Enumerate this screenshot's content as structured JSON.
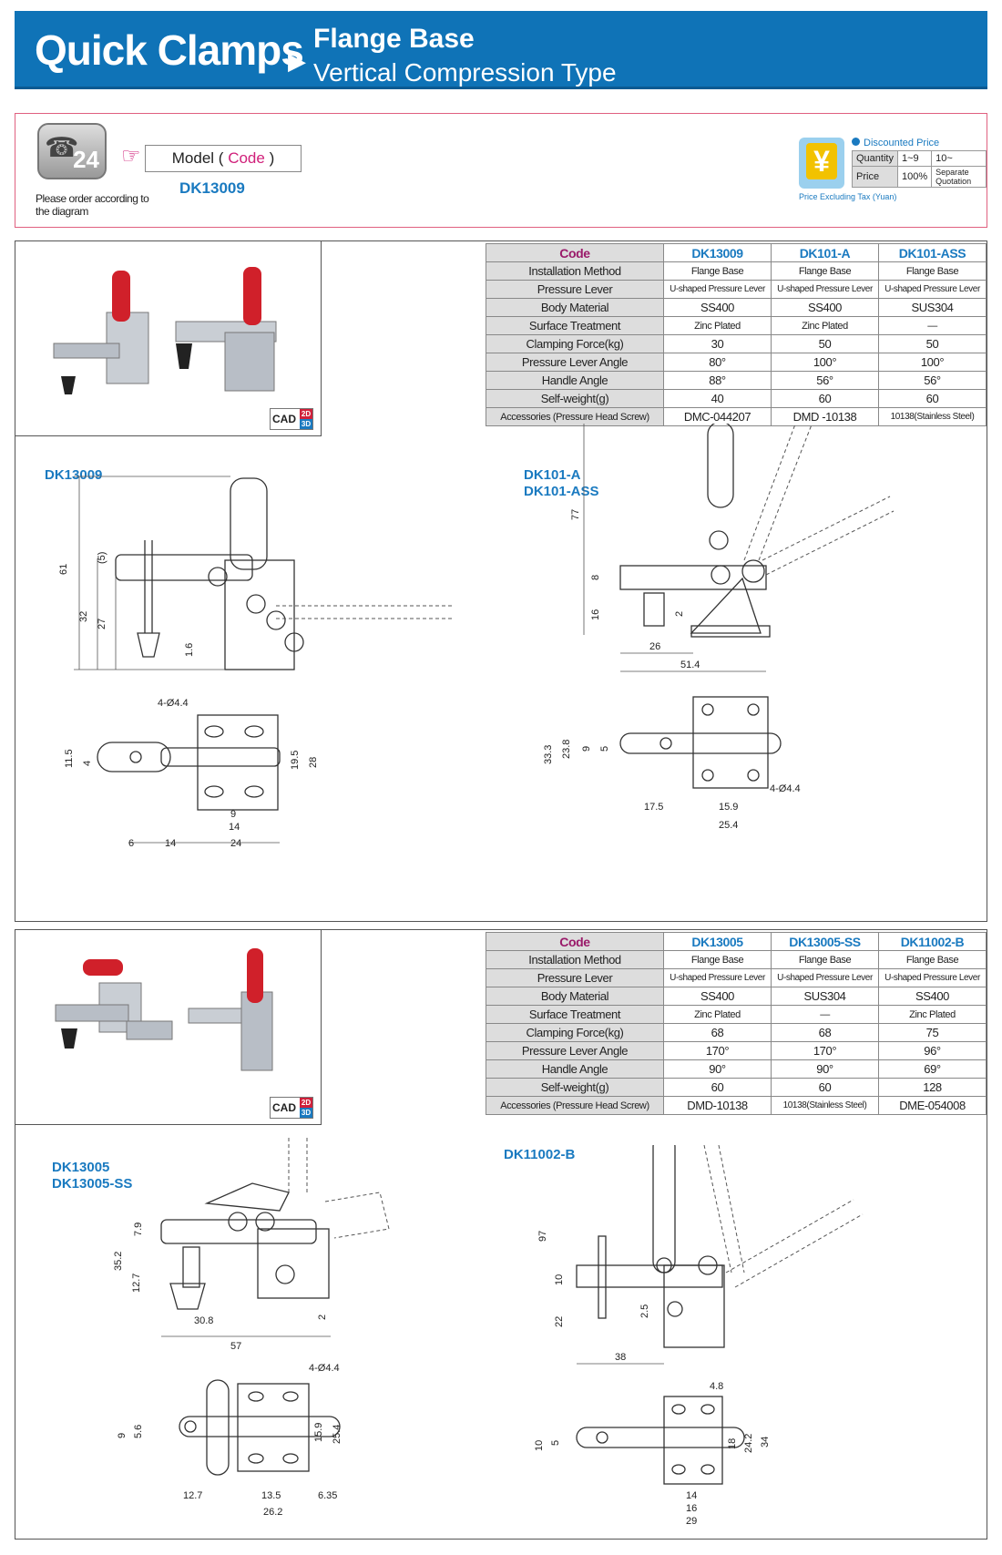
{
  "header": {
    "title": "Quick Clamps",
    "subtitle1": "Flange Base",
    "subtitle2": "Vertical Compression Type"
  },
  "order": {
    "phone_number": "24",
    "note": "Please order according to the diagram",
    "model_label": "Model (",
    "code_label": "Code",
    "close_paren": ")",
    "example_code": "DK13009",
    "discount_title": "Discounted Price",
    "quantity_label": "Quantity",
    "q1": "1~9",
    "q2": "10~",
    "price_label": "Price",
    "p1": "100%",
    "p2": "Separate Quotation",
    "price_note": "Price Excluding Tax (Yuan)",
    "currency": "¥"
  },
  "cad": {
    "label": "CAD",
    "d2": "2D",
    "d3": "3D"
  },
  "table1": {
    "header": [
      "Code",
      "DK13009",
      "DK101-A",
      "DK101-ASS"
    ],
    "rows": [
      [
        "Installation Method",
        "Flange Base",
        "Flange Base",
        "Flange Base"
      ],
      [
        "Pressure Lever",
        "U-shaped Pressure Lever",
        "U-shaped Pressure Lever",
        "U-shaped Pressure Lever"
      ],
      [
        "Body Material",
        "SS400",
        "SS400",
        "SUS304"
      ],
      [
        "Surface Treatment",
        "Zinc Plated",
        "Zinc Plated",
        "—"
      ],
      [
        "Clamping Force(kg)",
        "30",
        "50",
        "50"
      ],
      [
        "Pressure Lever Angle",
        "80°",
        "100°",
        "100°"
      ],
      [
        "Handle Angle",
        "88°",
        "56°",
        "56°"
      ],
      [
        "Self-weight(g)",
        "40",
        "60",
        "60"
      ],
      [
        "Accessories (Pressure Head Screw)",
        "DMC-044207",
        "DMD -10138",
        "10138(Stainless Steel)"
      ]
    ]
  },
  "table2": {
    "header": [
      "Code",
      "DK13005",
      "DK13005-SS",
      "DK11002-B"
    ],
    "rows": [
      [
        "Installation Method",
        "Flange Base",
        "Flange Base",
        "Flange Base"
      ],
      [
        "Pressure Lever",
        "U-shaped Pressure Lever",
        "U-shaped Pressure Lever",
        "U-shaped Pressure Lever"
      ],
      [
        "Body Material",
        "SS400",
        "SUS304",
        "SS400"
      ],
      [
        "Surface Treatment",
        "Zinc Plated",
        "—",
        "Zinc Plated"
      ],
      [
        "Clamping Force(kg)",
        "68",
        "68",
        "75"
      ],
      [
        "Pressure Lever Angle",
        "170°",
        "170°",
        "96°"
      ],
      [
        "Handle Angle",
        "90°",
        "90°",
        "69°"
      ],
      [
        "Self-weight(g)",
        "60",
        "60",
        "128"
      ],
      [
        "Accessories (Pressure Head Screw)",
        "DMD-10138",
        "10138(Stainless Steel)",
        "DME-054008"
      ]
    ]
  },
  "drawings": {
    "dk13009": {
      "label": "DK13009",
      "dims": [
        "61",
        "32",
        "27",
        "(5)",
        "1.6",
        "4-Ø4.4",
        "11.5",
        "4",
        "19.5",
        "28",
        "9",
        "14",
        "6",
        "14",
        "24"
      ]
    },
    "dk101": {
      "label1": "DK101-A",
      "label2": "DK101-ASS",
      "dims": [
        "77",
        "8",
        "16",
        "2",
        "26",
        "51.4",
        "33.3",
        "23.8",
        "9",
        "5",
        "17.5",
        "15.9",
        "25.4",
        "4-Ø4.4"
      ]
    },
    "dk13005": {
      "label1": "DK13005",
      "label2": "DK13005-SS",
      "dims": [
        "35.2",
        "7.9",
        "12.7",
        "30.8",
        "57",
        "2",
        "4-Ø4.4",
        "9",
        "5.6",
        "15.9",
        "25.4",
        "12.7",
        "13.5",
        "6.35",
        "26.2"
      ]
    },
    "dk11002": {
      "label": "DK11002-B",
      "dims": [
        "97",
        "10",
        "22",
        "2.5",
        "38",
        "4.8",
        "10",
        "5",
        "18",
        "24.2",
        "34",
        "14",
        "16",
        "29"
      ]
    }
  }
}
